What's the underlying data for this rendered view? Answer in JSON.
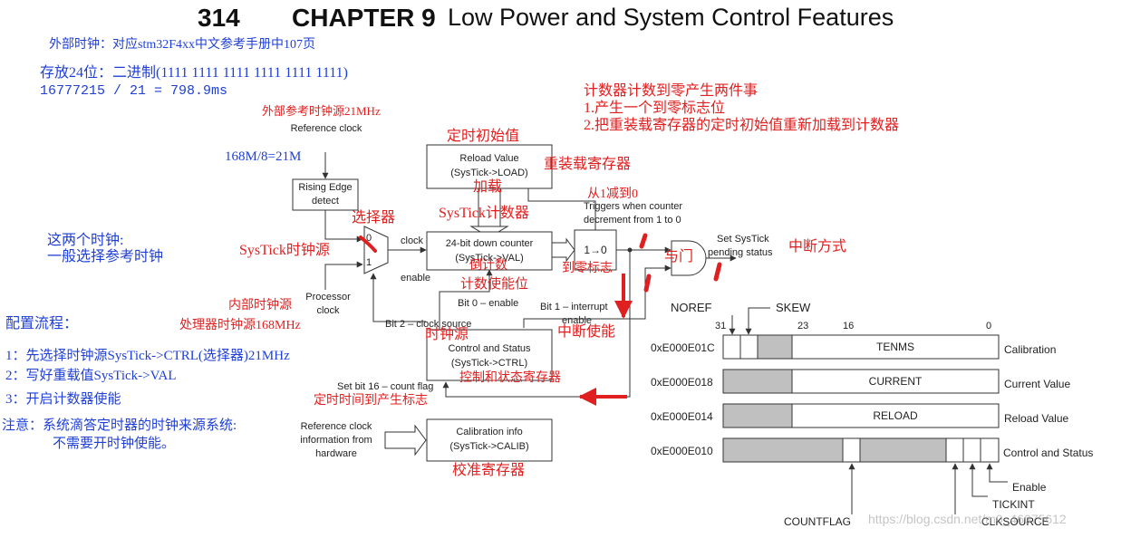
{
  "header": {
    "page_number": "314",
    "chapter": "CHAPTER 9",
    "title": "Low Power and System Control Features"
  },
  "notes_left": {
    "ext_clock_ref": "外部时钟：对应stm32F4xx中文参考手册中107页",
    "store_24bit": "存放24位：二进制(1111 1111 1111 1111 1111 1111)",
    "calc": "16777215 / 21 = 798.9ms",
    "div_calc": "168M/8=21M",
    "two_clocks_1": "这两个时钟:",
    "two_clocks_2": "一般选择参考时钟",
    "config_title": "配置流程：",
    "step1": "1：先选择时钟源SysTick->CTRL(选择器)21MHz",
    "step2": "2：写好重载值SysTick->VAL",
    "step3": "3：开启计数器使能",
    "note1": "注意：系统滴答定时器的时钟来源系统:",
    "note2": "不需要开时钟使能。"
  },
  "notes_right": {
    "zero_events": "计数器计数到零产生两件事",
    "event1": "1.产生一个到零标志位",
    "event2": "2.把重装载寄存器的定时初始值重新加载到计数器"
  },
  "diagram": {
    "ref_clock_cn": "外部参考时钟源21MHz",
    "ref_clock": "Reference clock",
    "rising_edge": "Rising Edge detect",
    "mux_label_cn": "选择器",
    "systick_src_cn": "SysTick时钟源",
    "mux_0": "0",
    "mux_1": "1",
    "internal_clk_cn": "内部时钟源",
    "processor_clock": "Processor clock",
    "cpu_clk_cn": "处理器时钟源168MHz",
    "reload_title_cn": "定时初始值",
    "reload_value": "Reload Value",
    "reload_reg": "(SysTick->LOAD)",
    "reload_reg_cn": "重装载寄存器",
    "load_cn": "加载",
    "systick_counter_cn": "SysTick计数器",
    "clock": "clock",
    "counter": "24-bit down counter",
    "counter_reg": "(SysTick->VAL)",
    "countdown_cn": "倒计数",
    "enable": "enable",
    "enable_bit_cn": "计数使能位",
    "bit0": "Bit 0 – enable",
    "bit1": "Bit 1 – interrupt enable",
    "bit2": "Bit 2 – clock source",
    "clock_src_cn": "时钟源",
    "int_enable_cn": "中断使能",
    "ctrl_title": "Control and Status",
    "ctrl_reg": "(SysTick->CTRL)",
    "ctrl_reg_cn": "控制和状态寄存器",
    "one_to_zero": "1→0",
    "one_to_zero_cn": "从1减到0",
    "triggers": "Triggers when counter decrement from 1 to 0",
    "to_zero_flag_cn": "到零标志",
    "and_gate_cn": "与门",
    "set_pending": "Set SysTick pending status",
    "interrupt_mode_cn": "中断方式",
    "set_bit16": "Set bit 16 – count flag",
    "timeout_flag_cn": "定时时间到产生标志",
    "ref_info": "Reference clock information from hardware",
    "cal_info": "Calibration info",
    "cal_reg": "(SysTick->CALIB)",
    "cal_reg_cn": "校准寄存器"
  },
  "registers": {
    "noref": "NOREF",
    "skew": "SKEW",
    "bit31": "31",
    "bit23": "23",
    "bit16": "16",
    "bit0": "0",
    "rows": [
      {
        "addr": "0xE000E01C",
        "field": "TENMS",
        "name": "Calibration"
      },
      {
        "addr": "0xE000E018",
        "field": "CURRENT",
        "name": "Current Value"
      },
      {
        "addr": "0xE000E014",
        "field": "RELOAD",
        "name": "Reload Value"
      },
      {
        "addr": "0xE000E010",
        "field": "",
        "name": "Control and Status"
      }
    ],
    "countflag": "COUNTFLAG",
    "enable": "Enable",
    "tickint": "TICKINT",
    "clksource": "CLKSOURCE"
  },
  "watermark": "https://blog.csdn.net/m0_46075612",
  "colors": {
    "blue": "#1f3fd6",
    "red": "#e02020",
    "gray": "#c0c0c0"
  }
}
